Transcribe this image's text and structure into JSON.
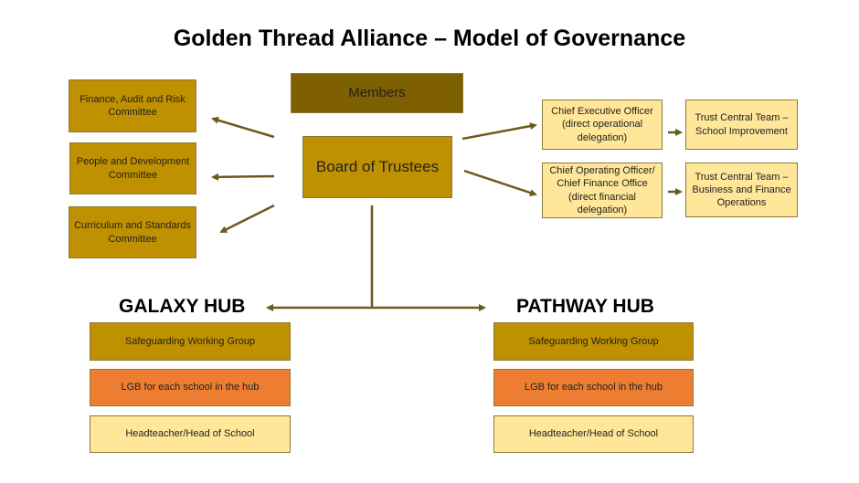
{
  "title": "Golden Thread Alliance – Model of Governance",
  "members": "Members",
  "board": "Board of Trustees",
  "committees": [
    "Finance, Audit and Risk Committee",
    "People and Development Committee",
    "Curriculum and Standards Committee"
  ],
  "executives": [
    {
      "role": "Chief Executive Officer (direct operational delegation)",
      "team": "Trust Central Team – School Improvement"
    },
    {
      "role": "Chief Operating Officer/ Chief Finance Office (direct financial delegation)",
      "team": "Trust Central Team – Business and Finance Operations"
    }
  ],
  "hubs": [
    {
      "name": "GALAXY HUB",
      "items": [
        "Safeguarding Working Group",
        "LGB for each school in the hub",
        "Headteacher/Head of School"
      ]
    },
    {
      "name": "PATHWAY HUB",
      "items": [
        "Safeguarding Working Group",
        "LGB for each school in the hub",
        "Headteacher/Head of School"
      ]
    }
  ],
  "colors": {
    "gold": "#BF9000",
    "dark_gold": "#7F6000",
    "light_gold": "#FFE699",
    "orange": "#ED7D31",
    "arrow": "#6B5A1E"
  }
}
